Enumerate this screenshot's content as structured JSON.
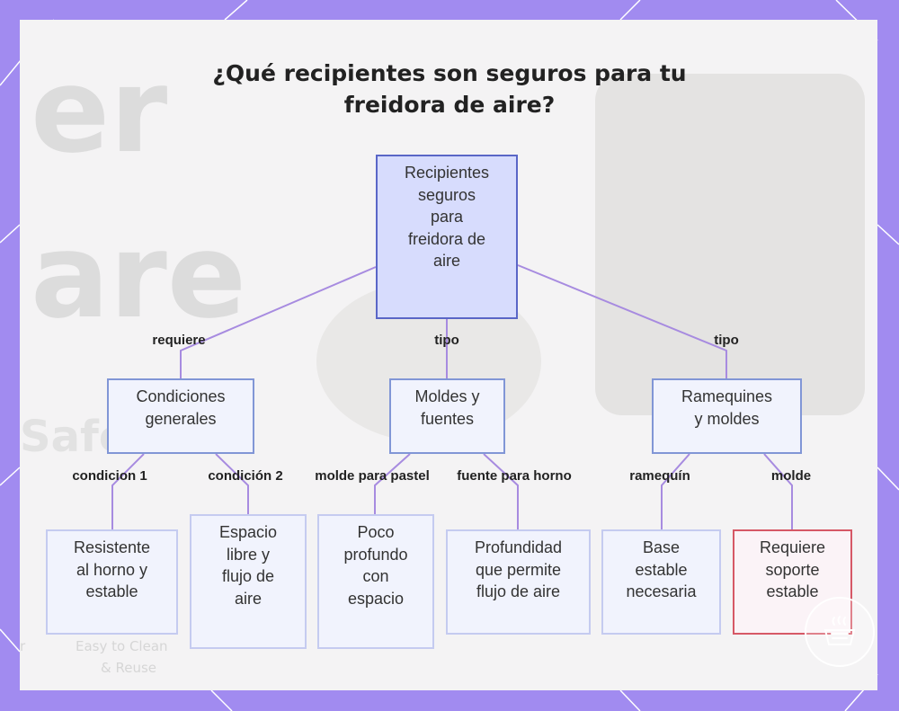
{
  "title": {
    "line1": "¿Qué recipientes son seguros para tu",
    "line2": "freidora de aire?"
  },
  "background_watermark": {
    "word1": "er",
    "word2": "are",
    "word3": "Safe",
    "caption1": "r",
    "caption2": "Easy to Clean",
    "caption3": "& Reuse"
  },
  "nodes": {
    "root": [
      "Recipientes",
      "seguros",
      "para",
      "freidora de",
      "aire"
    ],
    "conditions": [
      "Condiciones",
      "generales"
    ],
    "molds_dishes": [
      "Moldes y",
      "fuentes"
    ],
    "ramekins": [
      "Ramequines",
      "y moldes"
    ],
    "oven_resistant": [
      "Resistente",
      "al horno y",
      "estable"
    ],
    "free_space": [
      "Espacio",
      "libre y",
      "flujo de",
      "aire"
    ],
    "shallow": [
      "Poco",
      "profundo",
      "con",
      "espacio"
    ],
    "depth": [
      "Profundidad",
      "que permite",
      "flujo de aire"
    ],
    "stable_base": [
      "Base",
      "estable",
      "necesaria"
    ],
    "needs_support": [
      "Requiere",
      "soporte",
      "estable"
    ]
  },
  "edge_labels": {
    "requires": "requiere",
    "type1": "tipo",
    "type2": "tipo",
    "condition1": "condicion 1",
    "condition2": "condición 2",
    "cake_pan": "molde para pastel",
    "oven_dish": "fuente para horno",
    "ramekin": "ramequín",
    "mold": "molde"
  },
  "colors": {
    "frame": "#a18bf0",
    "root_fill": "#d7dcfd",
    "root_border": "#5a66c7",
    "node_fill": "#f1f3fd",
    "node_border": "#8196d6",
    "leaf_border": "#c5cbf0",
    "alert_border": "#d65866",
    "edge": "#a78be0"
  },
  "icons": {
    "logo": "air-fryer-logo-icon"
  }
}
